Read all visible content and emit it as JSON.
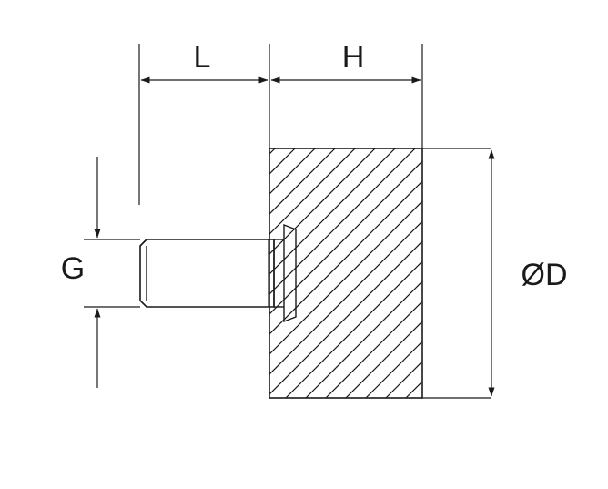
{
  "diagram": {
    "labels": {
      "L": "L",
      "H": "H",
      "G": "G",
      "D": "ØD"
    },
    "colors": {
      "stroke": "#1a1a1a",
      "background": "#ffffff"
    }
  }
}
